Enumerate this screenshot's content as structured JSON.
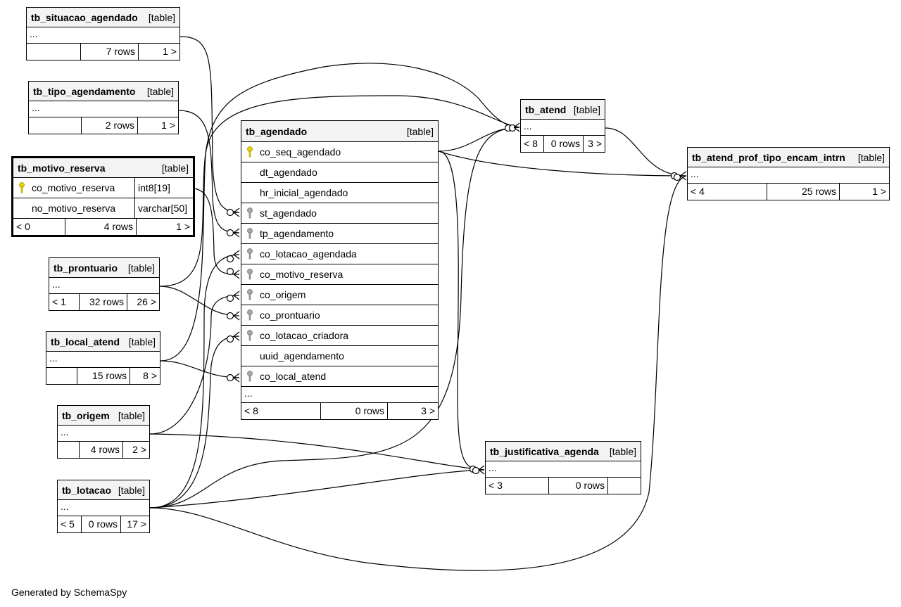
{
  "footer": "Generated by SchemaSpy",
  "table_tag": "[table]",
  "ellipsis": "...",
  "colors": {
    "pk_key": "#e8d400",
    "fk_key": "#a8a8a8",
    "header_bg": "#f3f3f3"
  },
  "tables": {
    "situacao": {
      "name": "tb_situacao_agendado",
      "rows": "7 rows",
      "children": "1 >"
    },
    "tipo": {
      "name": "tb_tipo_agendamento",
      "rows": "2 rows",
      "children": "1 >"
    },
    "motivo": {
      "name": "tb_motivo_reserva",
      "columns": [
        {
          "name": "co_motivo_reserva",
          "type": "int8[19]",
          "key": "primary"
        },
        {
          "name": "no_motivo_reserva",
          "type": "varchar[50]",
          "key": "none"
        }
      ],
      "parents": "< 0",
      "rows": "4 rows",
      "children": "1 >"
    },
    "prontuario": {
      "name": "tb_prontuario",
      "parents": "< 1",
      "rows": "32 rows",
      "children": "26 >"
    },
    "local": {
      "name": "tb_local_atend",
      "rows": "15 rows",
      "children": "8 >"
    },
    "origem": {
      "name": "tb_origem",
      "rows": "4 rows",
      "children": "2 >"
    },
    "lotacao": {
      "name": "tb_lotacao",
      "parents": "< 5",
      "rows": "0 rows",
      "children": "17 >"
    },
    "agendado": {
      "name": "tb_agendado",
      "columns": [
        {
          "name": "co_seq_agendado",
          "key": "primary"
        },
        {
          "name": "dt_agendado",
          "key": "none"
        },
        {
          "name": "hr_inicial_agendado",
          "key": "none"
        },
        {
          "name": "st_agendado",
          "key": "foreign"
        },
        {
          "name": "tp_agendamento",
          "key": "foreign"
        },
        {
          "name": "co_lotacao_agendada",
          "key": "foreign"
        },
        {
          "name": "co_motivo_reserva",
          "key": "foreign"
        },
        {
          "name": "co_origem",
          "key": "foreign"
        },
        {
          "name": "co_prontuario",
          "key": "foreign"
        },
        {
          "name": "co_lotacao_criadora",
          "key": "foreign"
        },
        {
          "name": "uuid_agendamento",
          "key": "none"
        },
        {
          "name": "co_local_atend",
          "key": "foreign"
        }
      ],
      "parents": "< 8",
      "rows": "0 rows",
      "children": "3 >"
    },
    "atend": {
      "name": "tb_atend",
      "parents": "< 8",
      "rows": "0 rows",
      "children": "3 >"
    },
    "encam": {
      "name": "tb_atend_prof_tipo_encam_intrn",
      "parents": "< 4",
      "rows": "25 rows",
      "children": "1 >"
    },
    "justif": {
      "name": "tb_justificativa_agenda",
      "parents": "< 3",
      "rows": "0 rows",
      "children": ""
    }
  }
}
